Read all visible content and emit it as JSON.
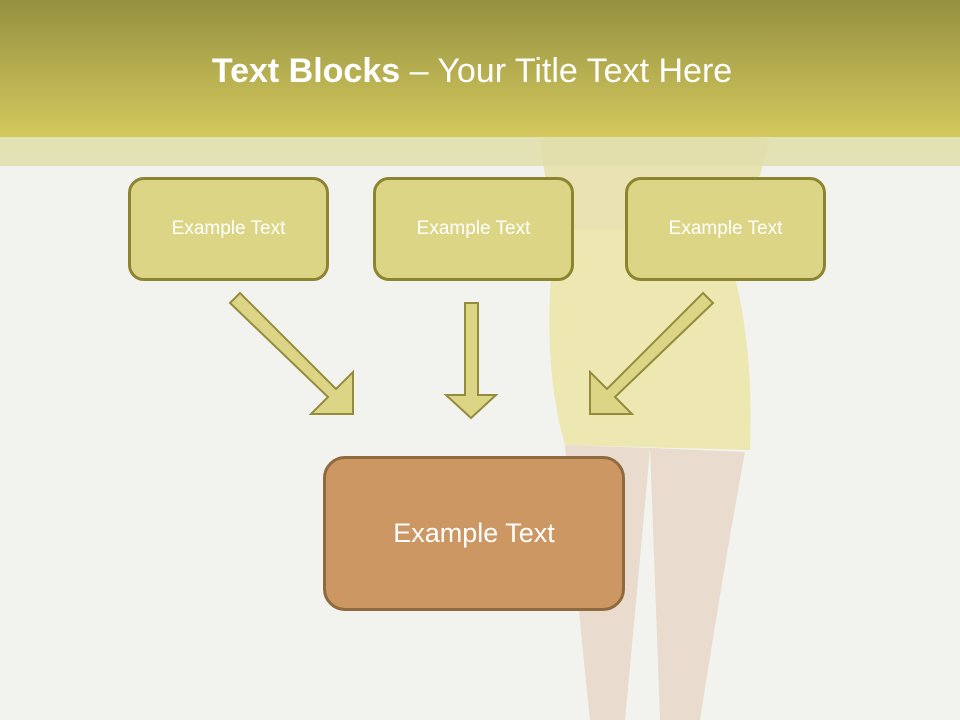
{
  "title": {
    "bold": "Text Blocks",
    "rest": " – Your Title Text Here"
  },
  "boxes": [
    {
      "label": "Example Text"
    },
    {
      "label": "Example Text"
    },
    {
      "label": "Example Text"
    }
  ],
  "main_box": {
    "label": "Example Text"
  },
  "colors": {
    "header_top": "#959040",
    "header_bottom": "#d4c95e",
    "box_fill": "#ddd586",
    "box_border": "#8c8430",
    "main_fill": "#cc9762"
  }
}
